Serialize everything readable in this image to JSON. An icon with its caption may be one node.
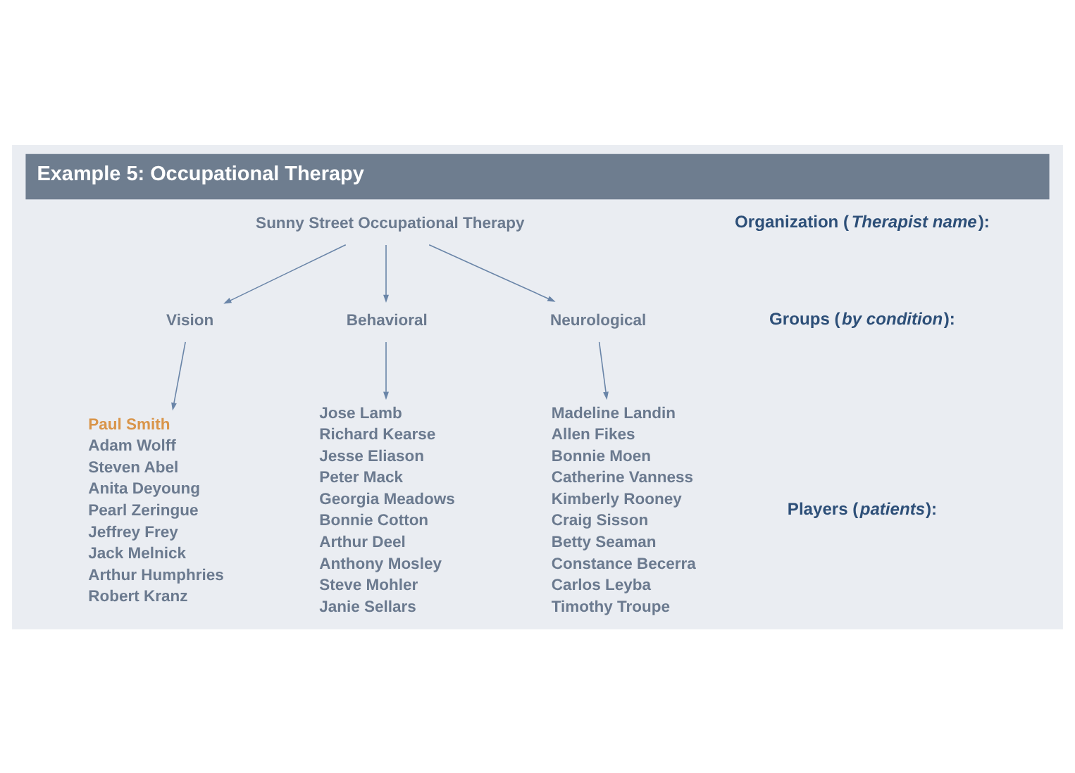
{
  "diagram": {
    "title": "Example 5: Occupational Therapy",
    "nodes": [
      {
        "text": [
          "Sunny Street Occupational Therapy"
        ]
      },
      {
        "text": [
          "Vision"
        ]
      },
      {
        "text": [
          "Behavioral"
        ]
      },
      {
        "text": [
          "Neurological"
        ]
      },
      {
        "text": [
          "Paul Smith",
          "Adam Wolff",
          "Steven Abel",
          "Anita Deyoung",
          "Pearl Zeringue",
          "Jeffrey Frey",
          "Jack Melnick",
          "Arthur Humphries",
          "Robert Kranz"
        ]
      },
      {
        "text": [
          "Jose Lamb",
          "Richard Kearse",
          "Jesse Eliason",
          "Peter Mack",
          "Georgia Meadows",
          "Bonnie Cotton",
          "Arthur Deel",
          "Anthony Mosley",
          "Steve Mohler",
          "Janie Sellars"
        ]
      },
      {
        "text": [
          "Madeline Landin",
          "Allen Fikes",
          "Bonnie Moen",
          "Catherine Vanness",
          "Kimberly Rooney",
          "Craig Sisson",
          "Betty Seaman",
          "Constance Becerra",
          "Carlos Leyba",
          "Timothy Troupe"
        ]
      }
    ],
    "edges": [
      {
        "from": 0,
        "to": 1,
        "arrow": "to"
      },
      {
        "from": 0,
        "to": 2,
        "arrow": "to"
      },
      {
        "from": 0,
        "to": 3,
        "arrow": "to"
      },
      {
        "from": 1,
        "to": 4,
        "arrow": "to"
      },
      {
        "from": 2,
        "to": 5,
        "arrow": "to"
      },
      {
        "from": 3,
        "to": 6,
        "arrow": "to"
      }
    ],
    "labels": [
      "Organization (*Therapist name*):",
      "Groups (*by condition*):",
      "Players (*patients*):"
    ]
  }
}
